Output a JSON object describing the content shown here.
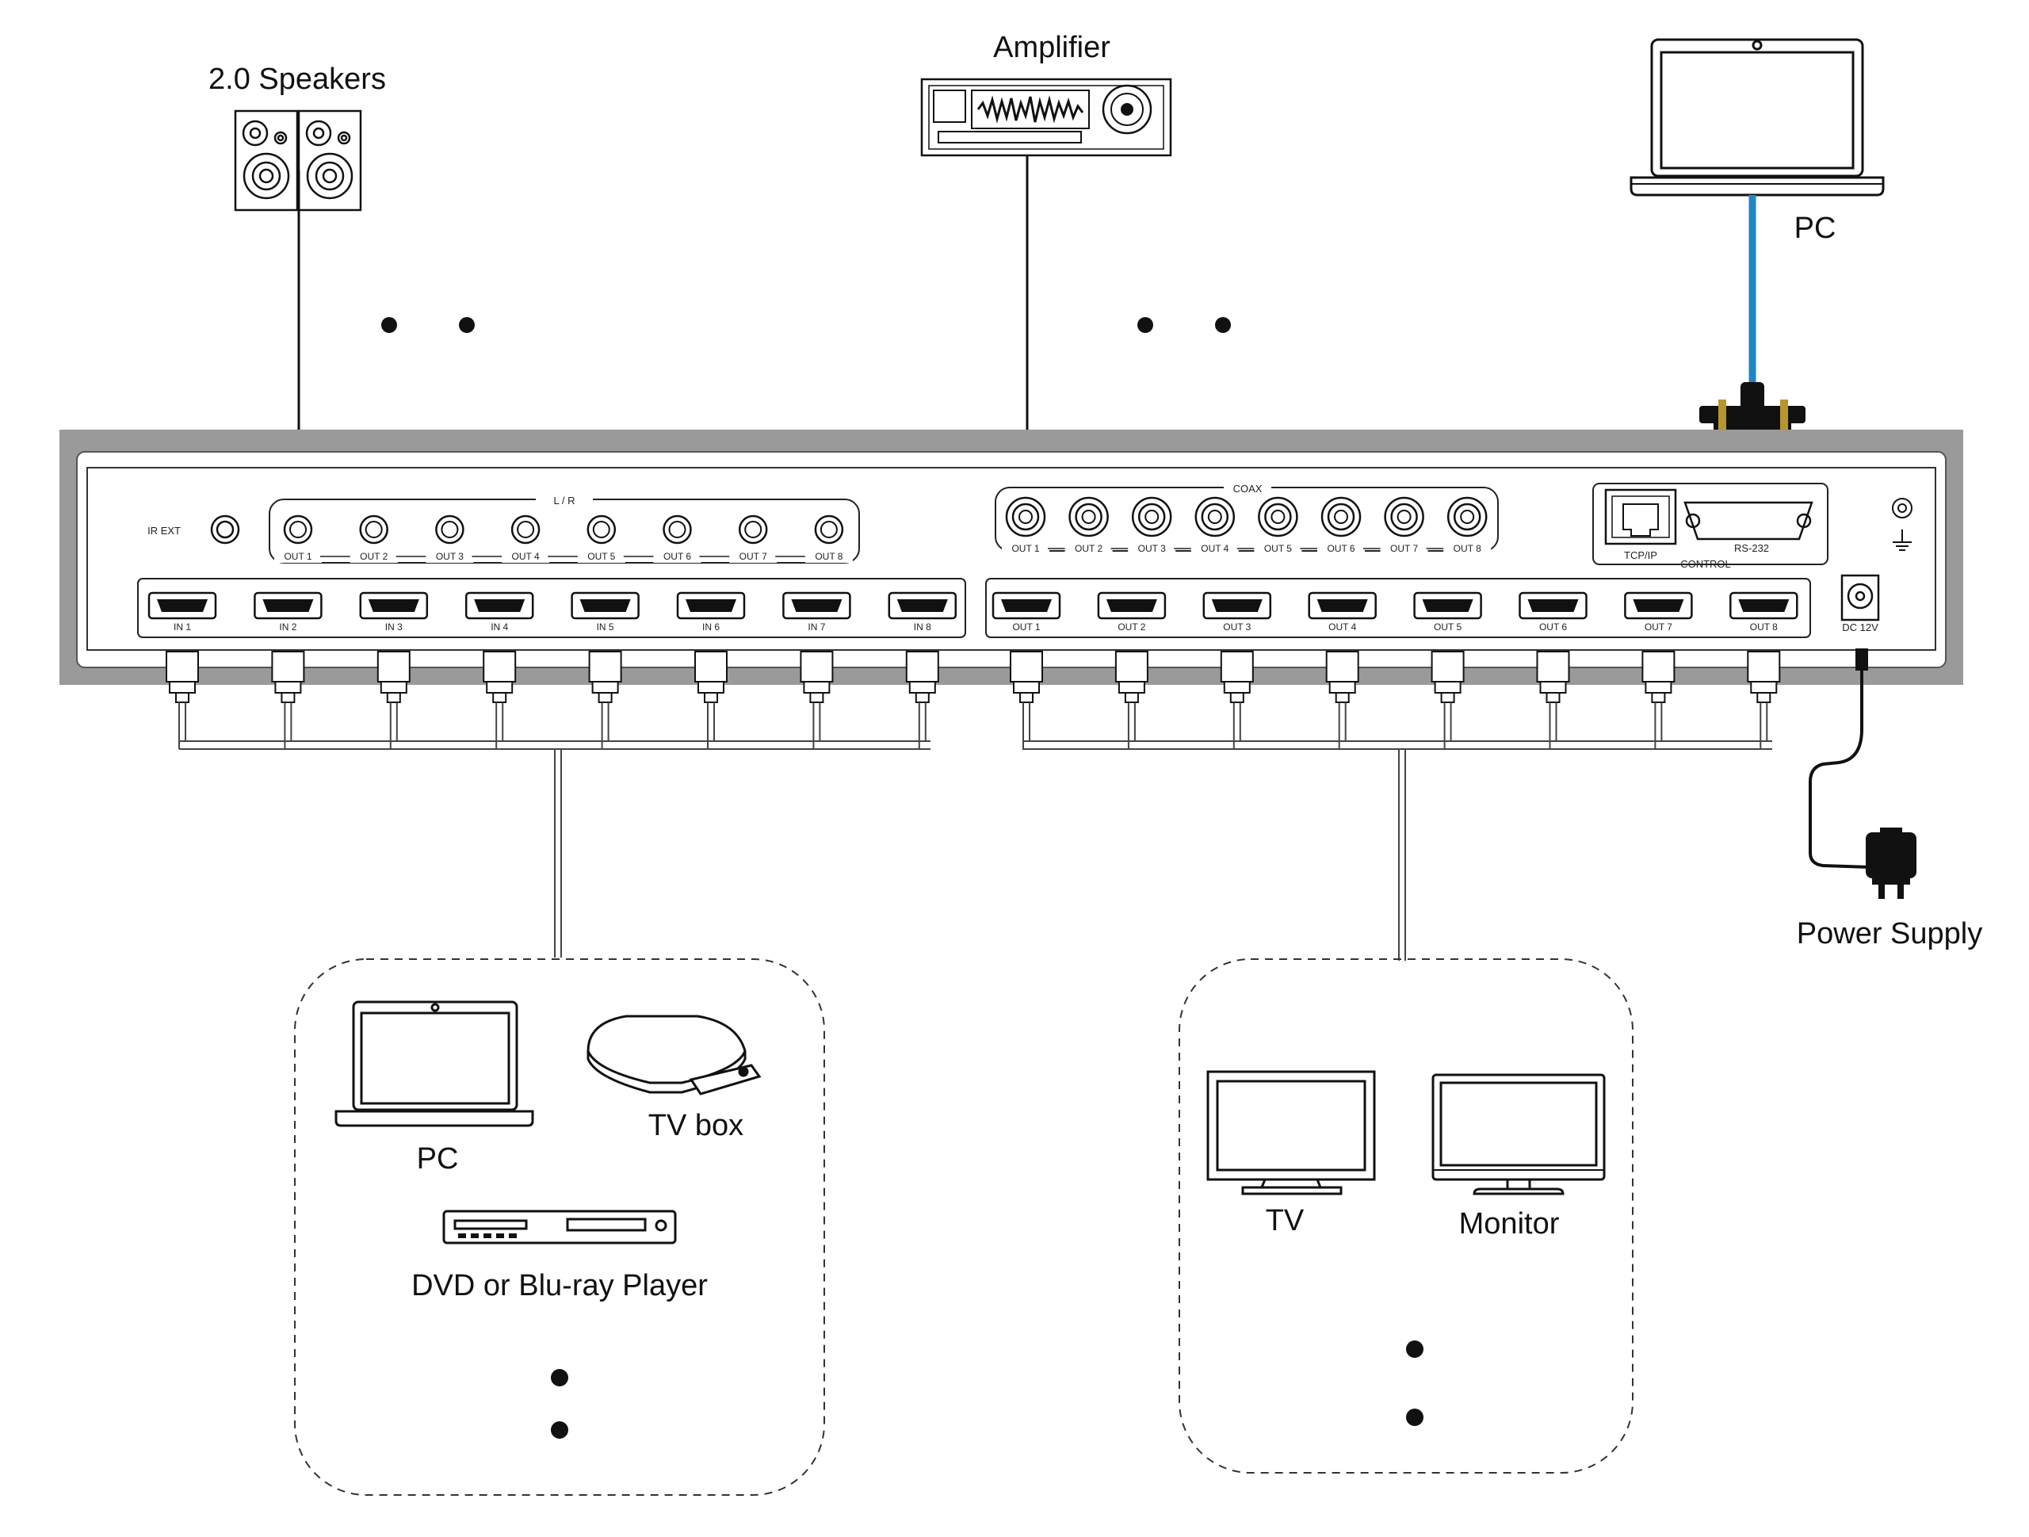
{
  "devices": {
    "speakers": "2.0 Speakers",
    "amplifier": "Amplifier",
    "control_pc": "PC",
    "power_supply": "Power Supply"
  },
  "panel": {
    "ir_ext": "IR EXT",
    "lr_group": "L / R",
    "coax_group": "COAX",
    "tcpip": "TCP/IP",
    "rs232": "RS-232",
    "control": "CONTROL",
    "dc": "DC 12V",
    "lr_outs": [
      "OUT 1",
      "OUT 2",
      "OUT 3",
      "OUT 4",
      "OUT 5",
      "OUT 6",
      "OUT 7",
      "OUT 8"
    ],
    "coax_outs": [
      "OUT 1",
      "OUT 2",
      "OUT 3",
      "OUT 4",
      "OUT 5",
      "OUT 6",
      "OUT 7",
      "OUT 8"
    ],
    "hdmi_inputs": [
      "IN 1",
      "IN 2",
      "IN 3",
      "IN 4",
      "IN 5",
      "IN 6",
      "IN 7",
      "IN 8"
    ],
    "hdmi_outputs": [
      "OUT 1",
      "OUT 2",
      "OUT 3",
      "OUT 4",
      "OUT 5",
      "OUT 6",
      "OUT 7",
      "OUT 8"
    ]
  },
  "sources": {
    "pc": "PC",
    "tv_box": "TV box",
    "player": "DVD or Blu-ray Player"
  },
  "displays": {
    "tv": "TV",
    "monitor": "Monitor"
  },
  "colors": {
    "chassis": "#9a9a9a",
    "rs232_cable": "#1f86c8",
    "line": "#222222"
  }
}
